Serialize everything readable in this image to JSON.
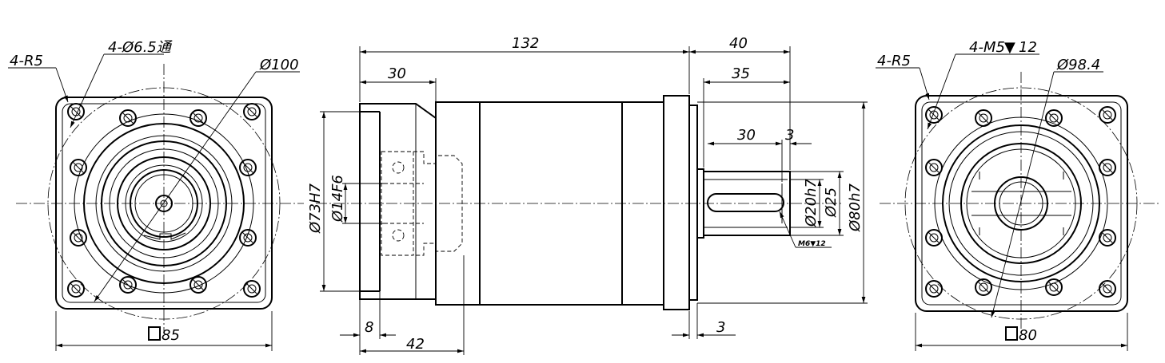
{
  "left_view": {
    "corner_radius": "4-R5",
    "holes": "4-Ø6.5通",
    "pcd": "Ø100",
    "square": "85"
  },
  "side_view": {
    "overall_length": "132",
    "shaft_length": "40",
    "key_start": "35",
    "flange_depth": "30",
    "key_length": "30",
    "key_offset": "3",
    "bore": "Ø73H7",
    "input_dia": "Ø14F6",
    "shaft_dia": "Ø20h7",
    "shoulder_dia": "Ø25",
    "pilot_dia": "Ø80h7",
    "tap": "M6▼12",
    "recess": "8",
    "input_depth": "42",
    "pilot_height": "3"
  },
  "right_view": {
    "corner_radius": "4-R5",
    "tapped_holes": "4-M5",
    "tap_depth": "12",
    "pcd": "Ø98.4",
    "square": "80"
  }
}
